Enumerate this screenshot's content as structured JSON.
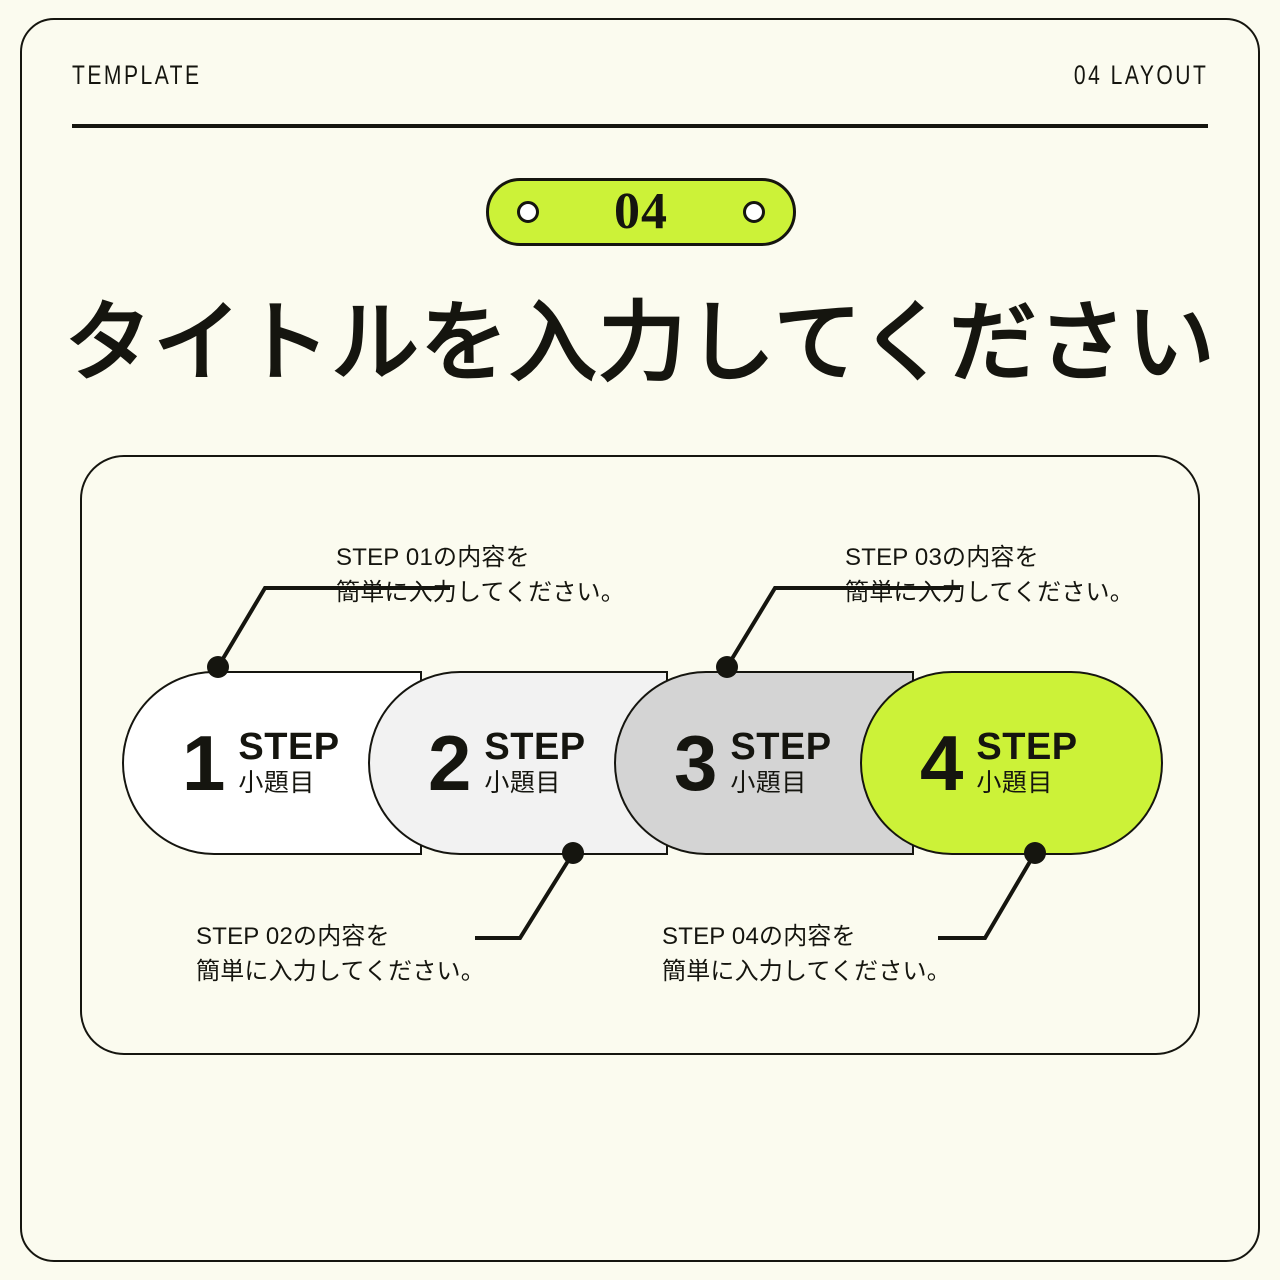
{
  "header": {
    "left_label": "TEMPLATE",
    "right_label": "04 LAYOUT"
  },
  "badge": {
    "number": "04",
    "fill_color": "#ccf238",
    "hole_left": "badge-hole-left",
    "hole_right": "badge-hole-right"
  },
  "title": "タイトルを入力してください",
  "steps": [
    {
      "number": "1",
      "label": "STEP",
      "subtitle": "小題目",
      "fill_color": "#ffffff"
    },
    {
      "number": "2",
      "label": "STEP",
      "subtitle": "小題目",
      "fill_color": "#f2f2f2"
    },
    {
      "number": "3",
      "label": "STEP",
      "subtitle": "小題目",
      "fill_color": "#d4d4d4"
    },
    {
      "number": "4",
      "label": "STEP",
      "subtitle": "小題目",
      "fill_color": "#ccf238"
    }
  ],
  "annotations": [
    {
      "line1": "STEP 01の内容を",
      "line2": "簡単に入力してください。",
      "position": "top-left"
    },
    {
      "line1": "STEP 02の内容を",
      "line2": "簡単に入力してください。",
      "position": "bottom-left"
    },
    {
      "line1": "STEP 03の内容を",
      "line2": "簡単に入力してください。",
      "position": "top-right"
    },
    {
      "line1": "STEP 04の内容を",
      "line2": "簡単に入力してください。",
      "position": "bottom-right"
    }
  ],
  "colors": {
    "background": "#fbfbef",
    "ink": "#15150f",
    "accent": "#ccf238",
    "step_gray_light": "#f2f2f2",
    "step_gray_mid": "#d4d4d4"
  }
}
